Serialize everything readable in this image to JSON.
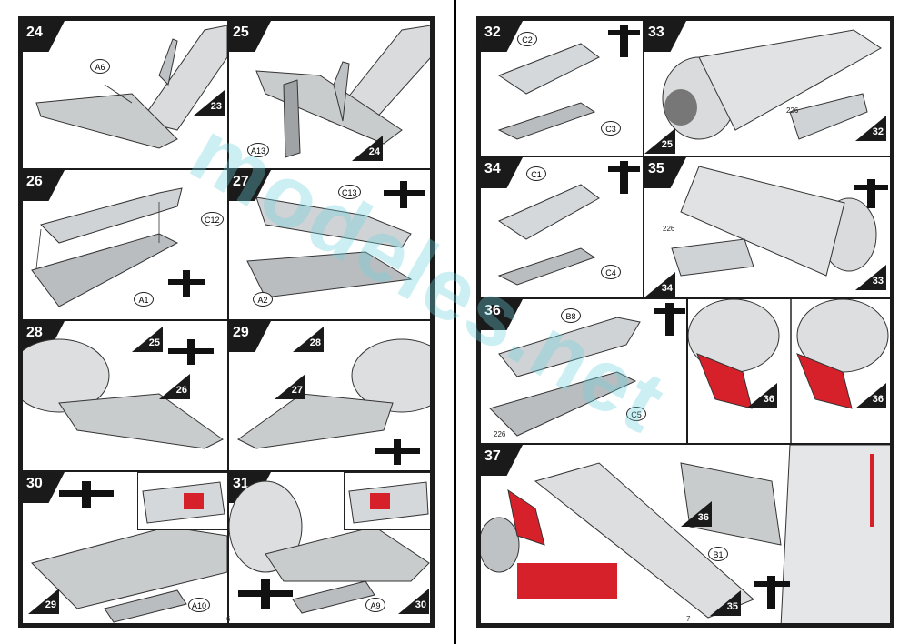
{
  "left_page": {
    "page_number": "6",
    "steps": [
      {
        "num": "24",
        "callouts": [
          "A6"
        ],
        "ref": "23"
      },
      {
        "num": "25",
        "callouts": [
          "A13"
        ],
        "ref": "24"
      },
      {
        "num": "26",
        "callouts": [
          "C12",
          "A1"
        ]
      },
      {
        "num": "27",
        "callouts": [
          "C13",
          "A2"
        ]
      },
      {
        "num": "28",
        "refs": [
          "25",
          "26"
        ]
      },
      {
        "num": "29",
        "refs": [
          "28",
          "27"
        ]
      },
      {
        "num": "30",
        "callouts": [
          "A10"
        ],
        "ref": "29"
      },
      {
        "num": "31",
        "callouts": [
          "A9"
        ],
        "ref": "30"
      }
    ]
  },
  "right_page": {
    "page_number": "7",
    "steps": [
      {
        "num": "32",
        "callouts": [
          "C2",
          "C3"
        ]
      },
      {
        "num": "33",
        "label": "226",
        "refs": [
          "25",
          "32"
        ]
      },
      {
        "num": "34",
        "callouts": [
          "C1",
          "C4"
        ]
      },
      {
        "num": "35",
        "label": "226",
        "refs": [
          "34",
          "33"
        ]
      },
      {
        "num": "36",
        "callouts": [
          "B8",
          "C5"
        ],
        "label": "226",
        "refs": [
          "36",
          "36"
        ]
      },
      {
        "num": "37",
        "callouts": [
          "B1"
        ],
        "refs": [
          "36",
          "35"
        ]
      }
    ]
  },
  "watermark": "modeles.net",
  "colors": {
    "accent_red": "#d6202a",
    "part_grey": "#cfd2d4",
    "ink": "#1a1a1a"
  }
}
